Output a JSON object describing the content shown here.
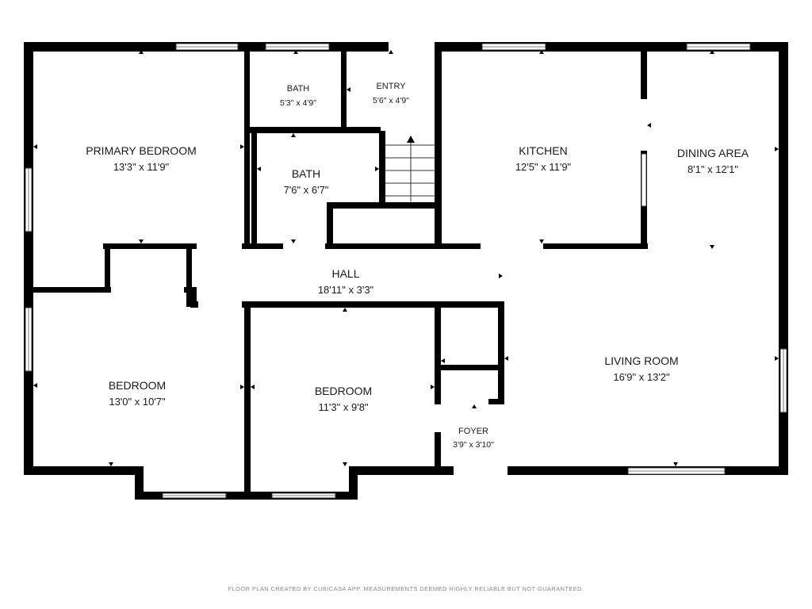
{
  "rooms": {
    "primary_bedroom": {
      "name": "PRIMARY BEDROOM",
      "dims": "13'3\" x 11'9\""
    },
    "bath_small": {
      "name": "BATH",
      "dims": "5'3\" x 4'9\""
    },
    "entry": {
      "name": "ENTRY",
      "dims": "5'6\" x 4'9\""
    },
    "bath_large": {
      "name": "BATH",
      "dims": "7'6\" x 6'7\""
    },
    "kitchen": {
      "name": "KITCHEN",
      "dims": "12'5\" x 11'9\""
    },
    "dining_area": {
      "name": "DINING AREA",
      "dims": "8'1\" x 12'1\""
    },
    "hall": {
      "name": "HALL",
      "dims": "18'11\" x 3'3\""
    },
    "bedroom_left": {
      "name": "BEDROOM",
      "dims": "13'0\" x 10'7\""
    },
    "bedroom_center": {
      "name": "BEDROOM",
      "dims": "11'3\" x 9'8\""
    },
    "living_room": {
      "name": "LIVING ROOM",
      "dims": "16'9\" x 13'2\""
    },
    "foyer": {
      "name": "FOYER",
      "dims": "3'9\" x 3'10\""
    }
  },
  "footer": "FLOOR PLAN CREATED BY CUBICASA APP. MEASUREMENTS DEEMED HIGHLY RELIABLE BUT NOT GUARANTEED."
}
